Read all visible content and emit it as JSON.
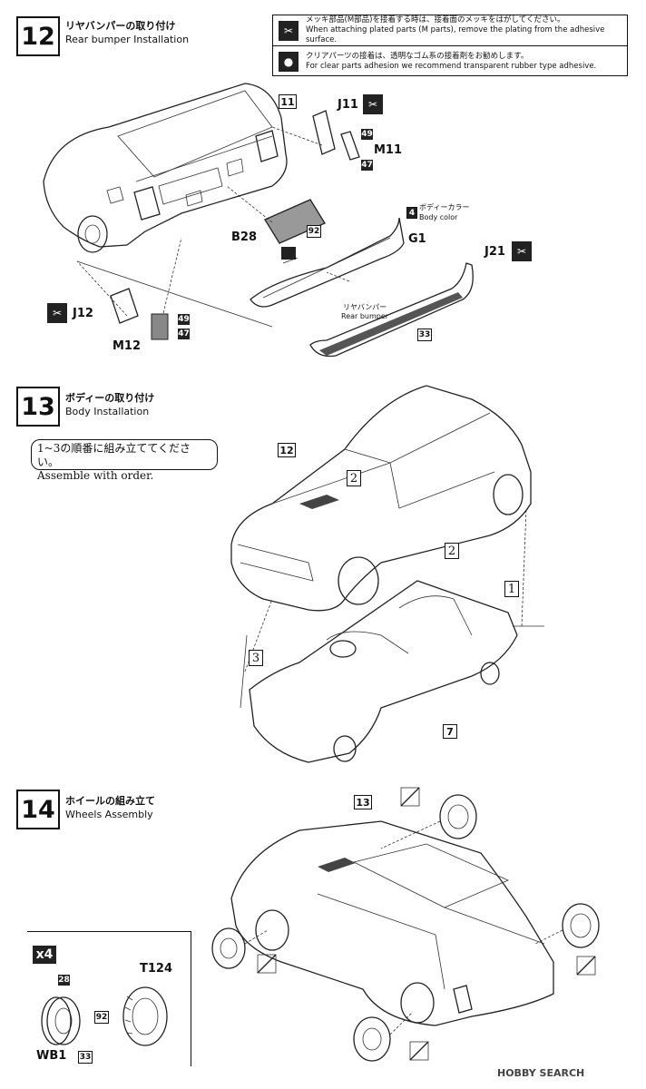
{
  "steps": [
    {
      "number": "12",
      "title_jp": "リヤバンパーの取り付け",
      "title_en": "Rear bumper Installation"
    },
    {
      "number": "13",
      "title_jp": "ボディーの取り付け",
      "title_en": "Body Installation"
    },
    {
      "number": "14",
      "title_jp": "ホイールの組み立て",
      "title_en": "Wheels Assembly"
    }
  ],
  "notices": {
    "plated_jp": "メッキ部品(M部品)を接着する時は、接着面のメッキをはがしてください。",
    "plated_en": "When attaching plated parts (M parts), remove the plating from the adhesive surface.",
    "clear_jp": "クリアパーツの接着は、透明なゴム系の接着剤をお勧めします。",
    "clear_en": "For clear parts adhesion we recommend transparent rubber type adhesive."
  },
  "step12": {
    "part_11": "11",
    "j11": "J11",
    "num_49a": "49",
    "m11": "M11",
    "num_47a": "47",
    "body_color_num": "4",
    "body_color_jp": "ボディーカラー",
    "body_color_en": "Body color",
    "g1": "G1",
    "b28": "B28",
    "num_92": "92",
    "j21": "J21",
    "j12": "J12",
    "num_49b": "49",
    "num_47b": "47",
    "m12": "M12",
    "rear_bumper_jp": "リヤバンパー",
    "rear_bumper_en": "Rear bumper",
    "num_33": "33"
  },
  "step13": {
    "note_jp": "1~3の順番に組み立ててください。",
    "note_en": "Assemble with order.",
    "part_12": "12",
    "order_1": "1",
    "order_2a": "2",
    "order_2b": "2",
    "order_3": "3",
    "part_7": "7"
  },
  "step14": {
    "part_13": "13",
    "multiplier": "x4",
    "t124": "T124",
    "num_28": "28",
    "num_92": "92",
    "wb1": "WB1",
    "num_33": "33"
  },
  "watermark": "HOBBY SEARCH"
}
